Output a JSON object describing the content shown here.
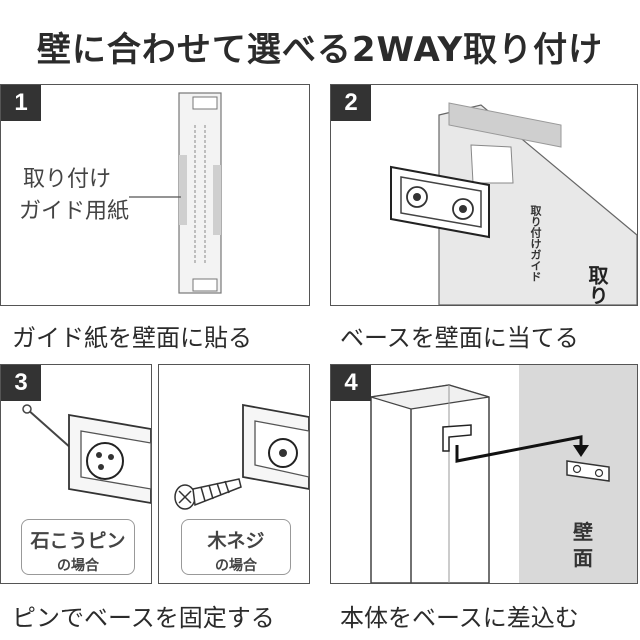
{
  "title": "壁に合わせて選べる2WAY取り付け",
  "steps": [
    {
      "number": "1",
      "caption": "ガイド紙を壁面に貼る",
      "label_line1": "取り付け",
      "label_line2": "ガイド用紙"
    },
    {
      "number": "2",
      "caption": "ベースを壁面に当てる",
      "guide_text": "取り付けガイド",
      "guide_text2": "取り"
    },
    {
      "number": "3",
      "caption": "ピンでベースを固定する",
      "option_a_main": "石こうピン",
      "option_a_sub": "の場合",
      "option_b_main": "木ネジ",
      "option_b_sub": "の場合"
    },
    {
      "number": "4",
      "caption": "本体をベースに差込む",
      "wall_line1": "壁",
      "wall_line2": "面"
    }
  ],
  "colors": {
    "badge": "#333333",
    "wall": "#d9d9d9",
    "border": "#555555"
  }
}
